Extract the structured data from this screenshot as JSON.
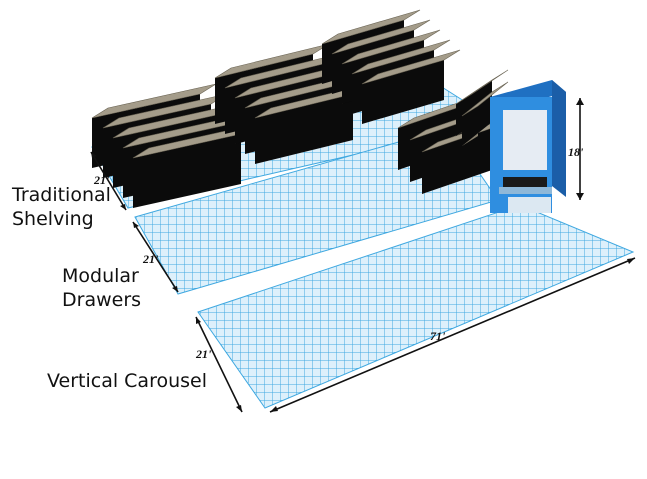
{
  "labels": {
    "traditional_line1": "Traditional",
    "traditional_line2": "Shelving",
    "modular_line1": "Modular",
    "modular_line2": "Drawers",
    "vertical": "Vertical Carousel"
  },
  "dimensions": {
    "shelving_depth": "21'",
    "drawers_depth": "21'",
    "carousel_depth": "21'",
    "carousel_length": "71'",
    "carousel_height": "18'"
  },
  "colors": {
    "grid_fill": "#ddf0fb",
    "grid_line": "#3fa8e0",
    "cabinet_front": "#0b0b0b",
    "cabinet_top": "#a49c8a",
    "cabinet_side": "#8a8270",
    "carousel_frame": "#2f8ee0",
    "carousel_panel": "#e6ecf3"
  }
}
